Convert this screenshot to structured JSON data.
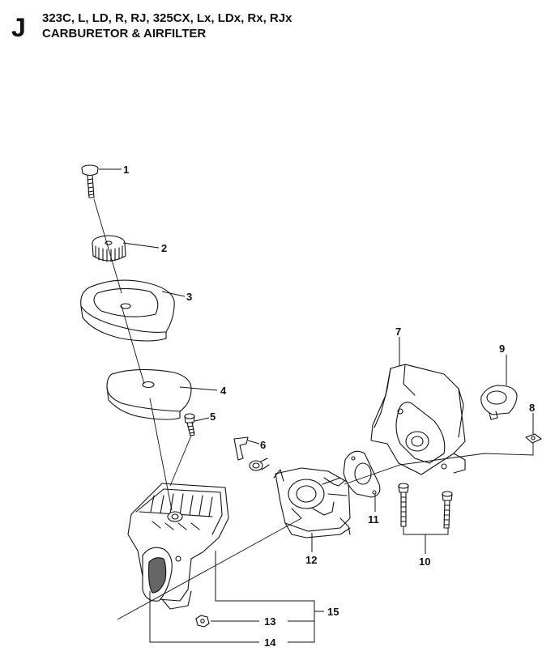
{
  "header": {
    "section_letter": "J",
    "models": "323C, L, LD, R, RJ, 325CX, Lx, LDx, Rx, RJx",
    "title": "CARBURETOR & AIRFILTER"
  },
  "callouts": [
    {
      "id": "1",
      "label": "1",
      "part": "screw"
    },
    {
      "id": "2",
      "label": "2",
      "part": "knob"
    },
    {
      "id": "3",
      "label": "3",
      "part": "air-filter-cover"
    },
    {
      "id": "4",
      "label": "4",
      "part": "air-filter"
    },
    {
      "id": "5",
      "label": "5",
      "part": "screw"
    },
    {
      "id": "6",
      "label": "6",
      "part": "bracket"
    },
    {
      "id": "7",
      "label": "7",
      "part": "intake-cover"
    },
    {
      "id": "8",
      "label": "8",
      "part": "nut"
    },
    {
      "id": "9",
      "label": "9",
      "part": "intake-boot"
    },
    {
      "id": "10",
      "label": "10",
      "part": "screws"
    },
    {
      "id": "11",
      "label": "11",
      "part": "gasket"
    },
    {
      "id": "12",
      "label": "12",
      "part": "carburetor"
    },
    {
      "id": "13",
      "label": "13",
      "part": "nut"
    },
    {
      "id": "14",
      "label": "14",
      "part": "filter-housing-set"
    },
    {
      "id": "15",
      "label": "15",
      "part": "filter-housing-set"
    }
  ],
  "colors": {
    "line": "#111111",
    "fill": "#ffffff",
    "shade": "#888888"
  }
}
